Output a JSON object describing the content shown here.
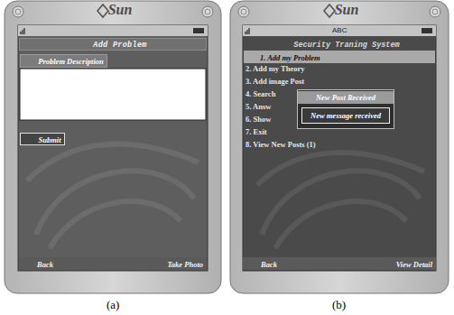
{
  "diagram": {
    "nodes": [
      {
        "text": [
          "Sun"
        ]
      },
      {
        "text": [
          "Add Problem"
        ],
        "in": 0
      },
      {
        "text": [
          "Problem Description"
        ],
        "in": 0
      },
      {
        "text": [
          "Submit"
        ],
        "in": 0
      },
      {
        "text": [
          "Back",
          "Take Photo"
        ],
        "in": 0
      },
      {
        "text": [
          "Sun"
        ]
      },
      {
        "text": [
          "Security Traning System"
        ],
        "in": 5
      },
      {
        "text": [
          "1. Add my Problem"
        ],
        "in": 5
      },
      {
        "text": [
          "New Post Received",
          "New message received"
        ],
        "in": 5
      },
      {
        "text": [
          "Back",
          "View Detail"
        ],
        "in": 5
      }
    ],
    "labels": [
      "ABC",
      "2. Add my Theory",
      "3. Add image Post",
      "4. Search",
      "5. Answ",
      "6. Show",
      "7. Exit",
      "8. View New Posts (1)",
      "(a)",
      "(b)"
    ]
  }
}
